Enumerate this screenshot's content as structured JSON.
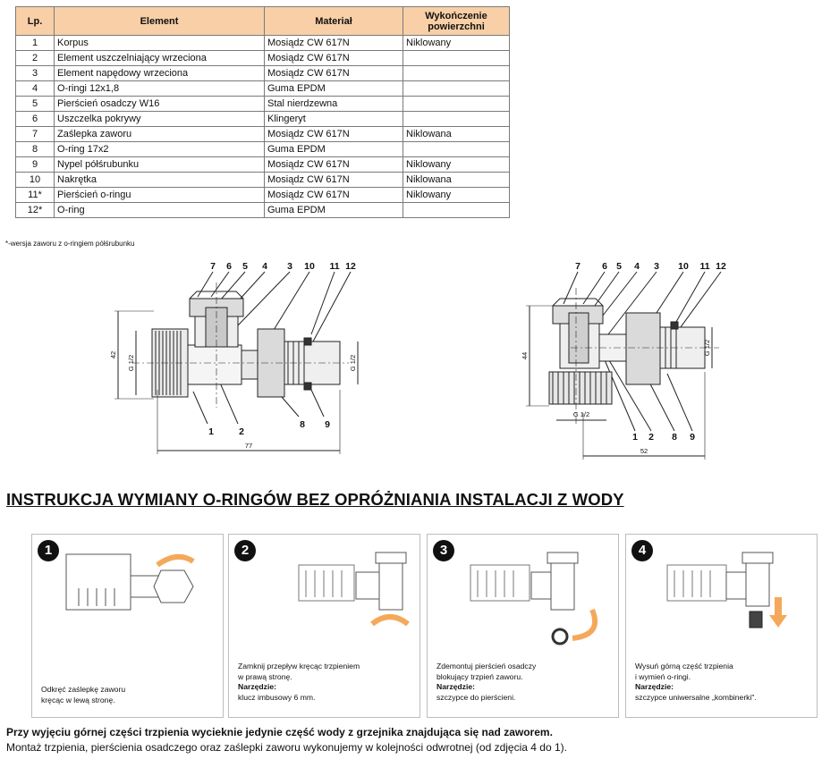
{
  "table": {
    "headers": [
      "Lp.",
      "Element",
      "Materiał",
      "Wykończenie powierzchni"
    ],
    "rows": [
      {
        "lp": "1",
        "element": "Korpus",
        "material": "Mosiądz CW 617N",
        "finish": "Niklowany"
      },
      {
        "lp": "2",
        "element": "Element uszczelniający wrzeciona",
        "material": "Mosiądz CW 617N",
        "finish": ""
      },
      {
        "lp": "3",
        "element": "Element napędowy wrzeciona",
        "material": "Mosiądz CW 617N",
        "finish": ""
      },
      {
        "lp": "4",
        "element": "O-ringi 12x1,8",
        "material": "Guma EPDM",
        "finish": ""
      },
      {
        "lp": "5",
        "element": "Pierścień osadczy W16",
        "material": "Stal nierdzewna",
        "finish": ""
      },
      {
        "lp": "6",
        "element": "Uszczelka pokrywy",
        "material": "Klingeryt",
        "finish": ""
      },
      {
        "lp": "7",
        "element": "Zaślepka zaworu",
        "material": "Mosiądz CW 617N",
        "finish": "Niklowana"
      },
      {
        "lp": "8",
        "element": "O-ring 17x2",
        "material": "Guma EPDM",
        "finish": ""
      },
      {
        "lp": "9",
        "element": "Nypel półśrubunku",
        "material": "Mosiądz CW 617N",
        "finish": "Niklowany"
      },
      {
        "lp": "10",
        "element": "Nakrętka",
        "material": "Mosiądz CW 617N",
        "finish": "Niklowana"
      },
      {
        "lp": "11*",
        "element": "Pierścień o-ringu",
        "material": "Mosiądz CW 617N",
        "finish": "Niklowany"
      },
      {
        "lp": "12*",
        "element": "O-ring",
        "material": "Guma EPDM",
        "finish": ""
      }
    ]
  },
  "footnote": "*-wersja zaworu z o-ringiem półśrubunku",
  "drawing_straight": {
    "labels_top": [
      "7",
      "6",
      "5",
      "4",
      "3",
      "10",
      "11",
      "12"
    ],
    "labels_bottom": [
      "1",
      "2",
      "8",
      "9"
    ],
    "dim_height": "42",
    "dim_left_thread": "G 1/2",
    "dim_right_thread": "G 1/2",
    "dim_length": "77"
  },
  "drawing_angle": {
    "labels_top": [
      "7",
      "6",
      "5",
      "4",
      "3",
      "10",
      "11",
      "12"
    ],
    "labels_bottom": [
      "1",
      "2",
      "8",
      "9"
    ],
    "dim_height": "44",
    "dim_bottom_thread": "G 1/2",
    "dim_right_thread": "G 1/2",
    "dim_length": "52"
  },
  "heading": "INSTRUKCJA WYMIANY O-RINGÓW BEZ OPRÓŻNIANIA INSTALACJI Z WODY",
  "steps": [
    {
      "num": "1",
      "line1": "Odkręć zaślepkę zaworu",
      "line2": "kręcąc w lewą stronę.",
      "tool_label": "",
      "tool": ""
    },
    {
      "num": "2",
      "line1": "Zamknij przepływ kręcąc trzpieniem",
      "line2": "w prawą stronę.",
      "tool_label": "Narzędzie:",
      "tool": "klucz imbusowy 6 mm."
    },
    {
      "num": "3",
      "line1": "Zdemontuj pierścień osadczy",
      "line2": "blokujący trzpień zaworu.",
      "tool_label": "Narzędzie:",
      "tool": "szczypce do pierścieni."
    },
    {
      "num": "4",
      "line1": "Wysuń górną część trzpienia",
      "line2": "i wymień o-ringi.",
      "tool_label": "Narzędzie:",
      "tool": "szczypce uniwersalne „kombinerki\"."
    }
  ],
  "note_bold": "Przy wyjęciu górnej części trzpienia wycieknie jedynie część wody z grzejnika znajdująca się nad zaworem.",
  "note_regular": "Montaż trzpienia, pierścienia osadczego oraz zaślepki zaworu wykonujemy w kolejności odwrotnej (od zdjęcia 4 do 1).",
  "colors": {
    "table_header": "#f8cfa6",
    "arrow_orange": "#f4a95a"
  }
}
